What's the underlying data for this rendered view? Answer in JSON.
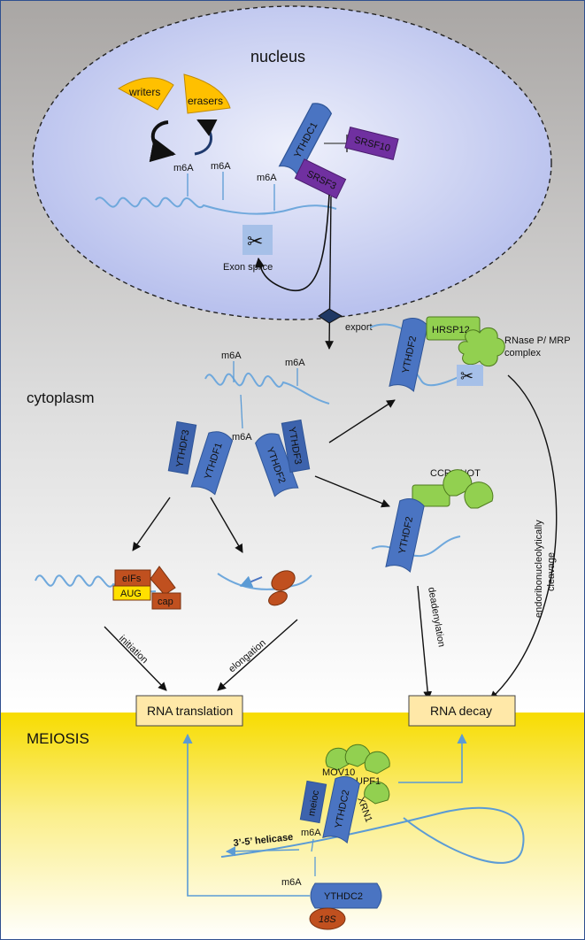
{
  "regions": {
    "nucleus": "nucleus",
    "cytoplasm": "cytoplasm",
    "meiosis": "MEIOSIS"
  },
  "nucleus": {
    "writers": "writers",
    "erasers": "erasers",
    "ythdc1": "YTHDC1",
    "srsf10": "SRSF10",
    "srsf3": "SRSF3",
    "m6a_1": "m6A",
    "m6a_2": "m6A",
    "m6a_3": "m6A",
    "exon_splice": "Exon splice",
    "export": "export"
  },
  "cytoplasm": {
    "m6a_left": "m6A",
    "m6a_right": "m6A",
    "m6a_center": "m6A",
    "ythdf3_left": "YTHDF3",
    "ythdf1": "YTHDF1",
    "ythdf2": "YTHDF2",
    "ythdf3_right": "YTHDF3",
    "ythdf2_hrsp": "YTHDF2",
    "hrsp12": "HRSP12",
    "rnase_line1": "RNase P/ MRP",
    "rnase_line2": "complex",
    "ccr4_not": "CCR4-NOT",
    "ythdf2_ccr4": "YTHDF2",
    "eifs": "eIFs",
    "aug": "AUG",
    "cap": "cap",
    "initiation": "initiation",
    "elongation": "elongation",
    "deadenylation": "deadenylation",
    "endo_cleavage_1": "endoribonucleolytically",
    "endo_cleavage_2": "cleavage"
  },
  "outcomes": {
    "rna_translation": "RNA translation",
    "rna_decay": "RNA decay"
  },
  "meiosis": {
    "mov10": "MOV10",
    "upf1": "UPF1",
    "xrn1": "XRN1",
    "meioc": "meioc",
    "ythdc2_top": "YTHDC2",
    "ythdc2_bottom": "YTHDC2",
    "m6a_top": "m6A",
    "m6a_bottom": "m6A",
    "helicase": "3’-5’ helicase",
    "s18": "18S"
  },
  "colors": {
    "reader_blue": "#4a74c2",
    "reader_dark": "#2f5597",
    "purple": "#7030a0",
    "yellow_orange": "#ffc000",
    "green": "#92d050",
    "rust": "#c0501f",
    "rna_line": "#5b9bd5",
    "meiosis_yellow": "#ffe100"
  }
}
